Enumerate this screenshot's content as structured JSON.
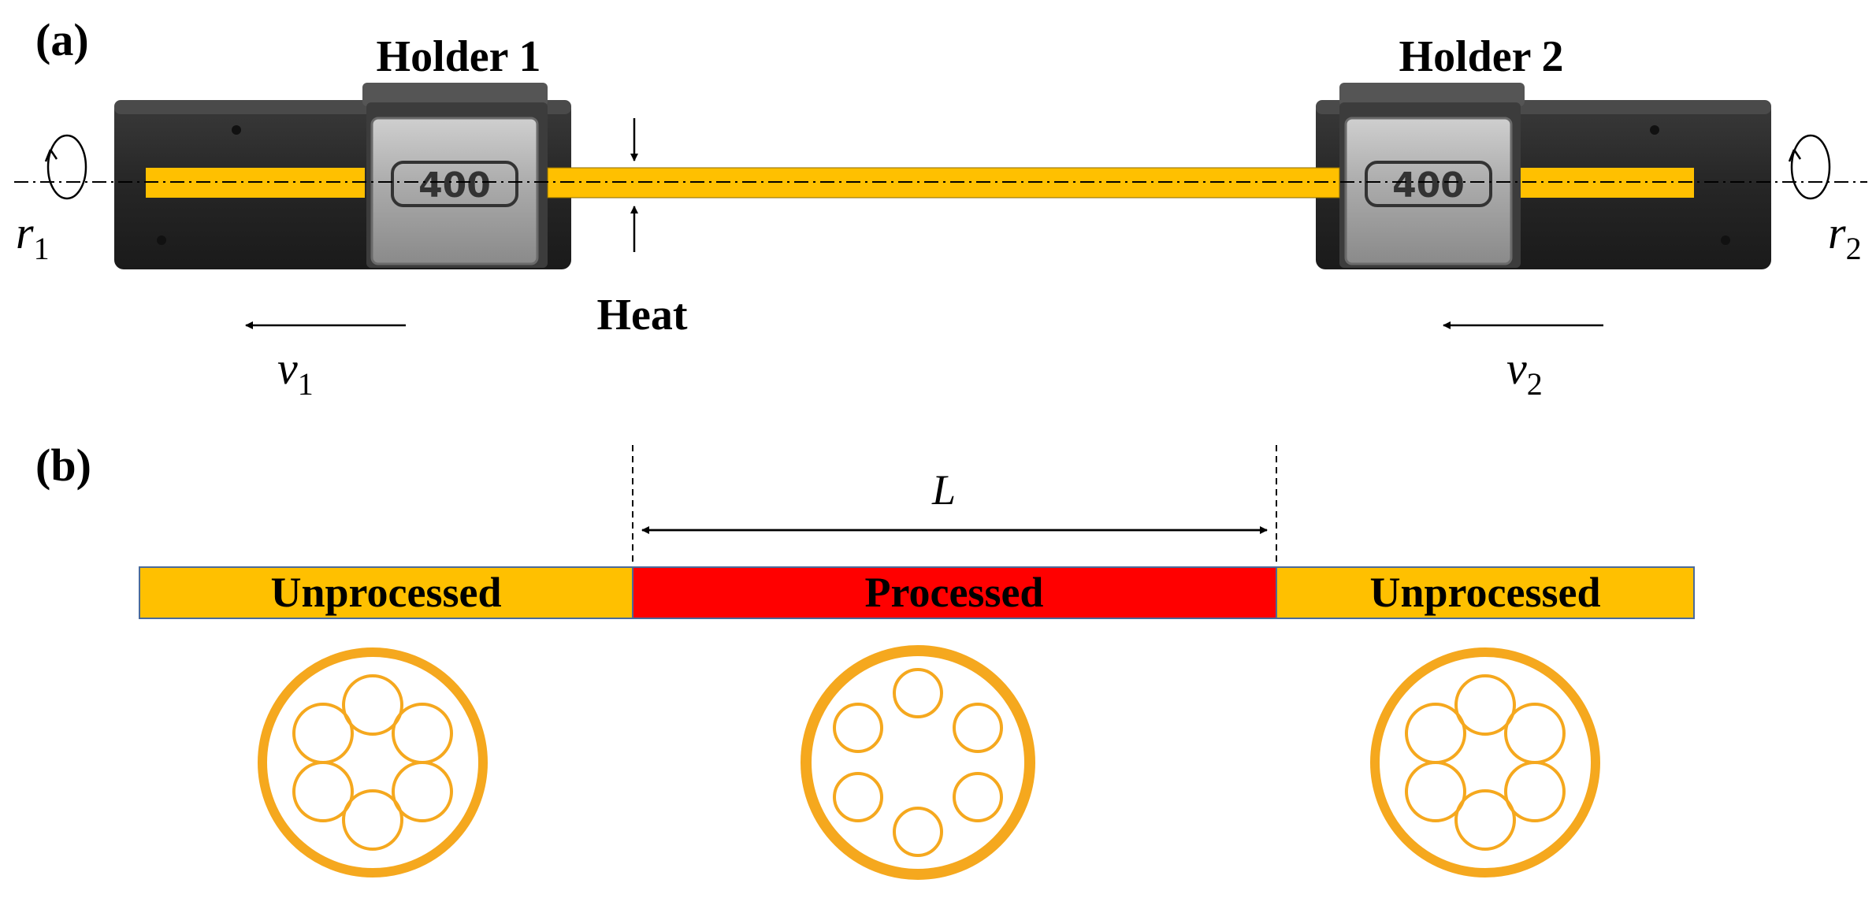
{
  "panel_a": {
    "label": "(a)",
    "holder1": {
      "label": "Holder 1",
      "badge": "400"
    },
    "holder2": {
      "label": "Holder 2",
      "badge": "400"
    },
    "heat_label": "Heat",
    "r1": {
      "sym": "r",
      "sub": "1"
    },
    "r2": {
      "sym": "r",
      "sub": "2"
    },
    "v1": {
      "sym": "v",
      "sub": "1"
    },
    "v2": {
      "sym": "v",
      "sub": "2"
    }
  },
  "panel_b": {
    "label": "(b)",
    "length_label": "L",
    "segments": [
      {
        "label": "Unprocessed",
        "color": "#FFC000"
      },
      {
        "label": "Processed",
        "color": "#FF0000"
      },
      {
        "label": "Unprocessed",
        "color": "#FFC000"
      }
    ]
  },
  "colors": {
    "fiber": "#FFC000",
    "fiber_ring": "#F5A81E",
    "holder_body": "#2b2b2b",
    "holder_clamp": "#a9a9a9"
  }
}
